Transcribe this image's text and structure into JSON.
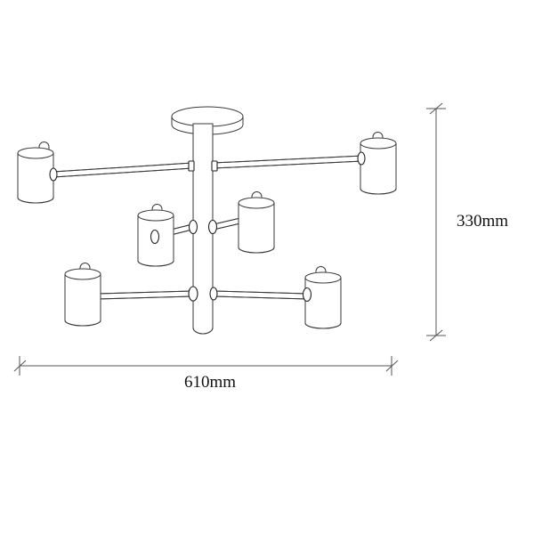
{
  "drawing": {
    "title": "Ceiling lamp technical dimension drawing",
    "background_color": "#ffffff",
    "line_color": "#3a3a3a",
    "line_color_dark": "#111111",
    "dimension_line_color": "#555555",
    "fixture_type": "6-light semi-flush ceiling chandelier",
    "shade_count": 6,
    "arm_count": 6,
    "tier_count": 3
  },
  "dimensions": {
    "height": {
      "label": "330mm",
      "value": 330,
      "unit": "mm",
      "orientation": "vertical",
      "tick_style": "architectural-slash"
    },
    "width": {
      "label": "610mm",
      "value": 610,
      "unit": "mm",
      "orientation": "horizontal",
      "tick_style": "architectural-slash"
    }
  },
  "components": {
    "canopy": {
      "name": "ceiling-canopy",
      "shape": "shallow-cylinder"
    },
    "rod": {
      "name": "center-rod",
      "shape": "vertical-tube"
    },
    "shades": [
      {
        "id": "shade-top-left",
        "tier": 1,
        "side": "left"
      },
      {
        "id": "shade-top-right",
        "tier": 1,
        "side": "right"
      },
      {
        "id": "shade-mid-left",
        "tier": 2,
        "side": "left"
      },
      {
        "id": "shade-mid-right",
        "tier": 2,
        "side": "right"
      },
      {
        "id": "shade-bottom-left",
        "tier": 3,
        "side": "left"
      },
      {
        "id": "shade-bottom-right",
        "tier": 3,
        "side": "right"
      }
    ]
  }
}
